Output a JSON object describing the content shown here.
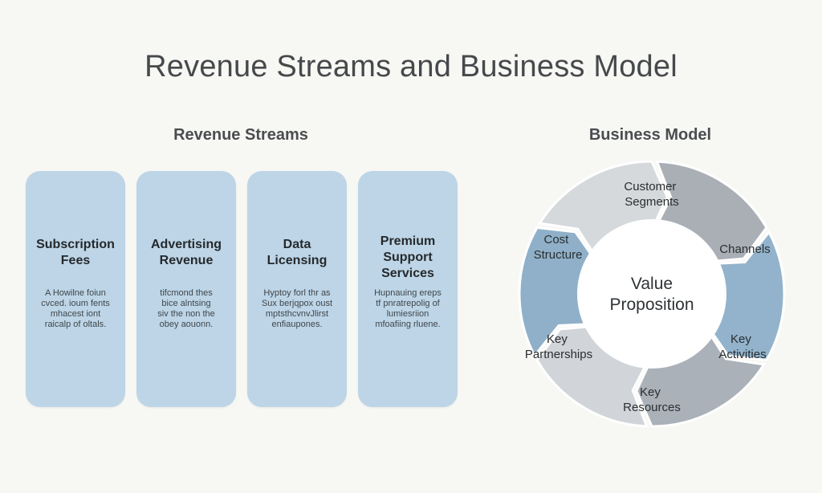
{
  "title": "Revenue Streams and Business Model",
  "revenue_streams": {
    "heading": "Revenue Streams",
    "cards": [
      {
        "title_lines": [
          "Subscription",
          "Fees"
        ],
        "desc_lines": [
          "A Howilne foiun",
          "cvced. ioum fents",
          "mhacest iont",
          "raicalp of oltals."
        ]
      },
      {
        "title_lines": [
          "Advertising",
          "Revenue"
        ],
        "desc_lines": [
          "tifcmond thes",
          "bice alntsing",
          "siv the non the",
          "obey aouonn."
        ]
      },
      {
        "title_lines": [
          "Data",
          "Licensing"
        ],
        "desc_lines": [
          "Hyptoy forl thr as",
          "Sux berjqpox oust",
          "mptsthcvnvJlirst",
          "enfiaupones."
        ]
      },
      {
        "title_lines": [
          "Premium",
          "Support",
          "Services"
        ],
        "desc_lines": [
          "Hupnauing ereps",
          "tf pnratrepolig of",
          "lumiesriion",
          "mfoafiing rluene."
        ]
      }
    ],
    "card_color": "#bdd5e6"
  },
  "business_model": {
    "heading": "Business Model",
    "center": [
      "Value",
      "Proposition"
    ],
    "segments": [
      {
        "label": [
          "Customer",
          "Segments"
        ],
        "color": "#d5d9dc"
      },
      {
        "label": [
          "Channels"
        ],
        "color": "#a9afb5"
      },
      {
        "label": [
          "Key",
          "Activities"
        ],
        "color": "#92b3cb"
      },
      {
        "label": [
          "Key",
          "Resources"
        ],
        "color": "#aab1b8"
      },
      {
        "label": [
          "Key",
          "Partnerships"
        ],
        "color": "#d1d5d9"
      },
      {
        "label": [
          "Cost",
          "Structure"
        ],
        "color": "#8fb0c8"
      }
    ]
  }
}
